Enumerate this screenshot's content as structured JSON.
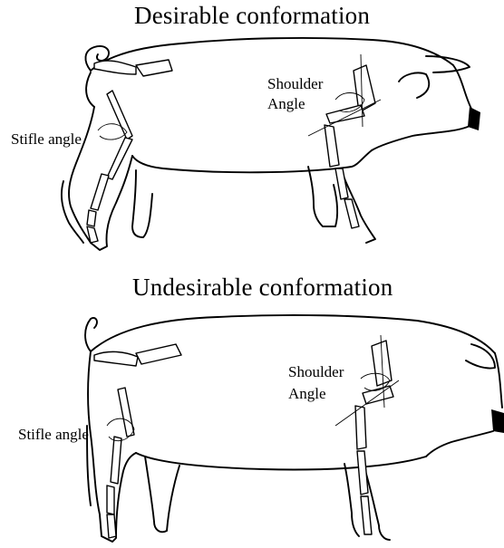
{
  "top_figure": {
    "title": "Desirable conformation",
    "shoulder_label_line1": "Shoulder",
    "shoulder_label_line2": "Angle",
    "stifle_label": "Stifle angle"
  },
  "bottom_figure": {
    "title": "Undesirable conformation",
    "shoulder_label_line1": "Shoulder",
    "shoulder_label_line2": "Angle",
    "stifle_label": "Stifle angle"
  }
}
